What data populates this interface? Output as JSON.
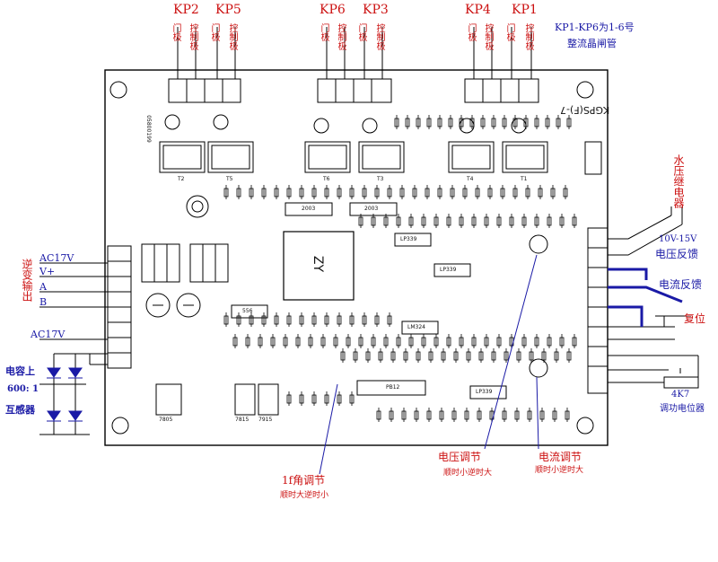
{
  "colors": {
    "connector_label": "#cc1111",
    "annotation": "#1a1aa6",
    "board": "#000000"
  },
  "top_connectors": [
    {
      "label": "KP2",
      "gate": "门极",
      "control": "控制极"
    },
    {
      "label": "KP5",
      "gate": "门极",
      "control": "控制极"
    },
    {
      "label": "KP6",
      "gate": "门极",
      "control": "控制极"
    },
    {
      "label": "KP3",
      "gate": "门极",
      "control": "控制极"
    },
    {
      "label": "KP4",
      "gate": "门极",
      "control": "控制极"
    },
    {
      "label": "KP1",
      "gate": "门极",
      "control": "控制极"
    }
  ],
  "thyristor_note": {
    "line1": "KP1-KP6为1-6号",
    "line2": "整流晶闸管"
  },
  "left_labels": {
    "ac17v_top": "AC17V",
    "vplus": "V+",
    "a": "A",
    "b": "B",
    "inverter_output": "逆变输出",
    "ac17v_bottom": "AC17V",
    "ct_line1": "电容上",
    "ct_line2": "600: 1",
    "ct_line3": "互感器"
  },
  "right_labels": {
    "water_relay": "水压继电器",
    "voltage_range": "10V-15V",
    "voltage_feedback": "电压反馈",
    "current_feedback": "电流反馈",
    "reset": "复位",
    "pot_value": "4K7",
    "pot_name": "调功电位器"
  },
  "bottom_labels": {
    "angle_adjust": "1f角调节",
    "angle_note": "顺时大逆时小",
    "voltage_adjust": "电压调节",
    "voltage_note": "顺时小逆时大",
    "current_adjust": "电流调节",
    "current_note": "顺时小逆时大"
  },
  "board_text": {
    "model": "KGPS(F)-7",
    "chip_main": "ZY",
    "chip_u1": "LP339",
    "chip_u2": "LP339",
    "chip_u3": "LM324",
    "chip_u4": "LP339",
    "chip_u6": "2003",
    "chip_u8": "2003",
    "pot_12": "PB12",
    "reg1": "7805",
    "reg2": "7815",
    "reg3": "7915",
    "ic_556": "556",
    "date": "05800199",
    "transformers": [
      "T2",
      "T5",
      "T6",
      "T3",
      "T4",
      "T1"
    ]
  }
}
